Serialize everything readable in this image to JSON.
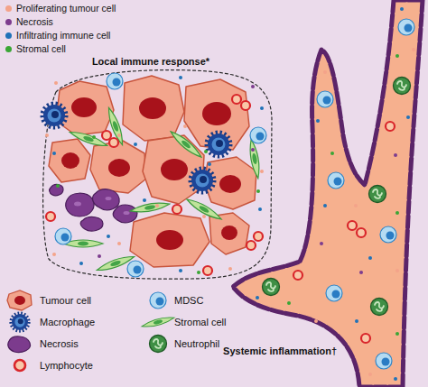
{
  "diagram": {
    "nodes": [
      {
        "text": [
          "Local immune response*"
        ]
      },
      {
        "text": [
          "Systemic inflammation†"
        ]
      }
    ],
    "legend": [
      {
        "text": "Proliferating tumour cell",
        "color": "#f4a38a"
      },
      {
        "text": "Necrosis",
        "color": "#7d3c8e"
      },
      {
        "text": "Infiltrating immune cell",
        "color": "#1f72b8"
      },
      {
        "text": "Stromal cell",
        "color": "#3aa635"
      },
      {
        "text": "Tumour cell"
      },
      {
        "text": "Macrophage"
      },
      {
        "text": "Necrosis"
      },
      {
        "text": "Lymphocyte"
      },
      {
        "text": "MDSC"
      },
      {
        "text": "Stromal cell"
      },
      {
        "text": "Neutrophil"
      }
    ]
  }
}
